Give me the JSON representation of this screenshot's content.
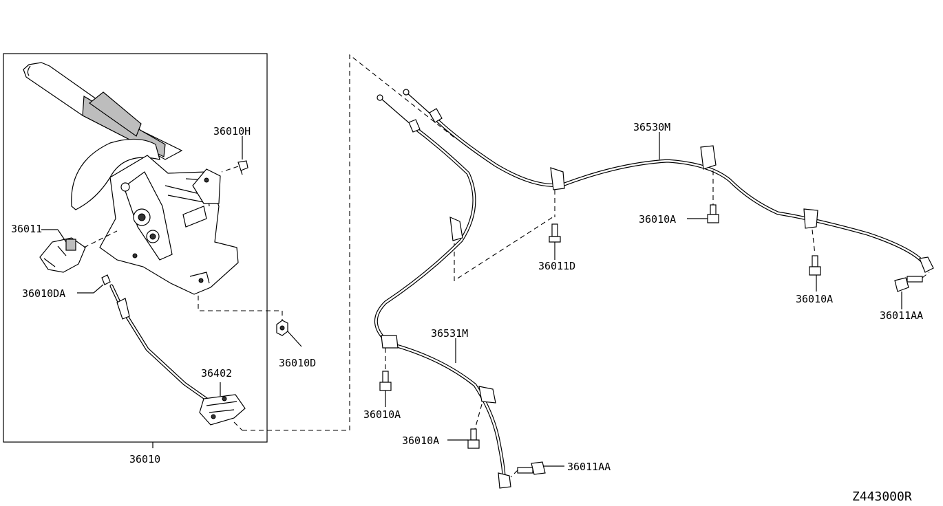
{
  "diagram": {
    "labels": {
      "p36010H": "36010H",
      "p36011": "36011",
      "p36010DA": "36010DA",
      "p36402": "36402",
      "p36010": "36010",
      "p36010D": "36010D",
      "p36530M": "36530M",
      "p36011D": "36011D",
      "p36010A_top": "36010A",
      "p36010A_right": "36010A",
      "p36011AA_right": "36011AA",
      "p36531M": "36531M",
      "p36010A_left1": "36010A",
      "p36010A_left2": "36010A",
      "p36011AA_bottom": "36011AA"
    },
    "diagram_code": "Z443000R"
  }
}
